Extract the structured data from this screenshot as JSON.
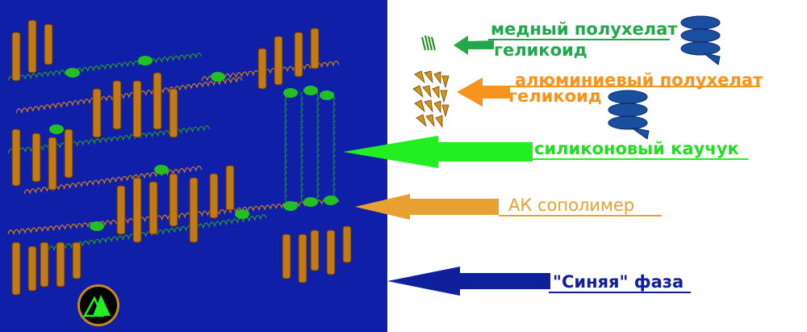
{
  "labels": {
    "copper_line1": "медный полухелат",
    "copper_line2": "геликоид",
    "aluminum_line1": "алюминиевый полухелат",
    "aluminum_line2": "геликоид",
    "silicone": "силиконовый каучук",
    "ak_copolymer": "АК сополимер",
    "blue_phase": "\"Синяя\" фаза"
  },
  "colors": {
    "blue_phase": "#0f1fa8",
    "copper": "#22a84a",
    "aluminum": "#f7941d",
    "silicone": "#22ee22",
    "ak": "#e8a030",
    "navy": "#10209a",
    "column": "#c07a18"
  }
}
